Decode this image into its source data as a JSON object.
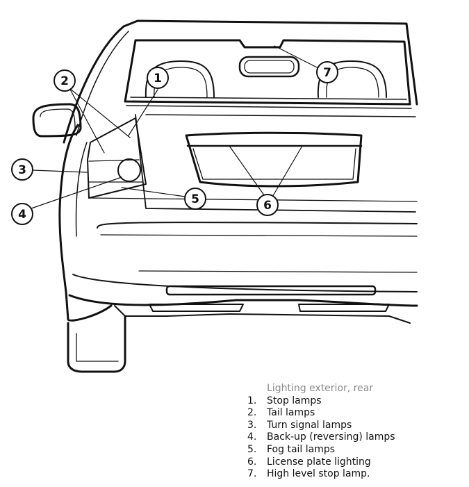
{
  "callouts": [
    {
      "id": "1",
      "label": "1"
    },
    {
      "id": "2",
      "label": "2"
    },
    {
      "id": "3",
      "label": "3"
    },
    {
      "id": "4",
      "label": "4"
    },
    {
      "id": "5",
      "label": "5"
    },
    {
      "id": "6",
      "label": "6"
    },
    {
      "id": "7",
      "label": "7"
    }
  ],
  "legend": {
    "title": "Lighting exterior, rear",
    "items": [
      {
        "num": "1.",
        "text": "Stop lamps"
      },
      {
        "num": "2.",
        "text": "Tail lamps"
      },
      {
        "num": "3.",
        "text": "Turn signal lamps"
      },
      {
        "num": "4.",
        "text": "Back-up (reversing) lamps"
      },
      {
        "num": "5.",
        "text": "Fog tail lamps"
      },
      {
        "num": "6.",
        "text": "License plate lighting"
      },
      {
        "num": "7.",
        "text": "High level stop lamp."
      }
    ]
  }
}
